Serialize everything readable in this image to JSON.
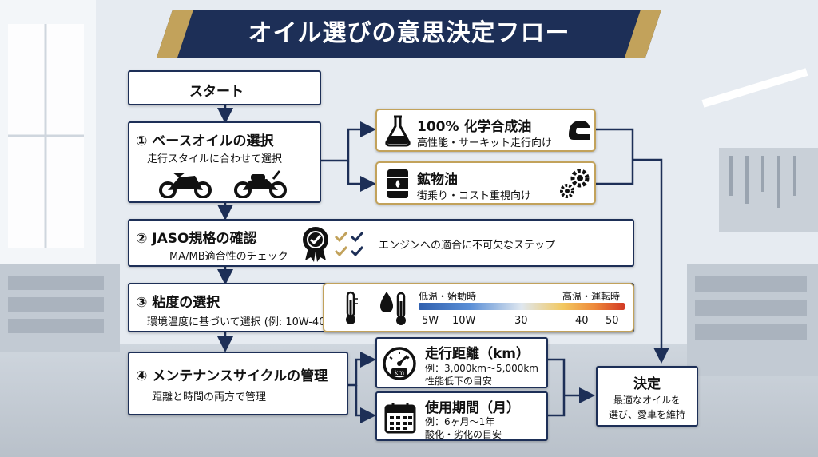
{
  "title": "オイル選びの意思決定フロー",
  "start": "スタート",
  "step1": {
    "title": "① ベースオイルの選択",
    "desc": "走行スタイルに合わせて選択"
  },
  "synthetic": {
    "title": "100% 化学合成油",
    "desc": "高性能・サーキット走行向け"
  },
  "mineral": {
    "title": "鉱物油",
    "desc": "街乗り・コスト重視向け"
  },
  "step2": {
    "title": "② JASO規格の確認",
    "desc": "MA/MB適合性のチェック",
    "note": "エンジンへの適合に不可欠なステップ"
  },
  "step3": {
    "title": "③ 粘度の選択",
    "desc": "環境温度に基づいて選択 (例: 10W-40)"
  },
  "viscosity": {
    "low_label": "低温・始動時",
    "high_label": "高温・運転時",
    "ticks": [
      "5W",
      "10W",
      "30",
      "40",
      "50"
    ]
  },
  "step4": {
    "title": "④ メンテナンスサイクルの管理",
    "desc": "距離と時間の両方で管理"
  },
  "distance": {
    "title": "走行距離（km）",
    "example": "例：3,000km〜5,000km",
    "desc": "性能低下の目安",
    "icon_text": "km"
  },
  "period": {
    "title": "使用期間（月）",
    "example": "例：6ヶ月〜1年",
    "desc": "酸化・劣化の目安"
  },
  "decision": {
    "title": "決定",
    "line1": "最適なオイルを",
    "line2": "選び、愛車を維持"
  },
  "colors": {
    "navy": "#1d2f57",
    "gold": "#c2a25b",
    "blue_scale": "#2f5fae",
    "red_scale": "#d23a25"
  }
}
